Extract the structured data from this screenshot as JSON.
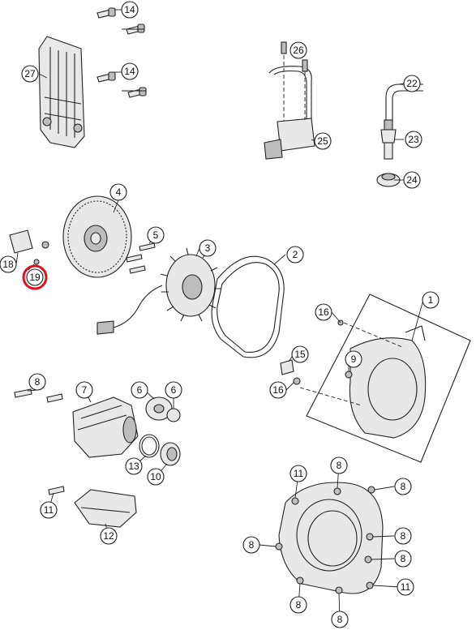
{
  "highlight_color": "#e0101e",
  "callouts": {
    "c14a": "14",
    "c14b": "14",
    "c27": "27",
    "c26": "26",
    "c22": "22",
    "c25": "25",
    "c23": "23",
    "c24": "24",
    "c4": "4",
    "c5": "5",
    "c3": "3",
    "c2": "2",
    "c18": "18",
    "c19": "19",
    "c1": "1",
    "c16a": "16",
    "c9": "9",
    "c15": "15",
    "c16b": "16",
    "c8a": "8",
    "c7": "7",
    "c6a": "6",
    "c6b": "6",
    "c13": "13",
    "c10": "10",
    "c11a": "11",
    "c12": "12",
    "c11b": "11",
    "c8b": "8",
    "c8c": "8",
    "c8d": "8",
    "c8e": "8",
    "c8f": "8",
    "c8g": "8",
    "c8h": "8",
    "c11c": "11"
  }
}
